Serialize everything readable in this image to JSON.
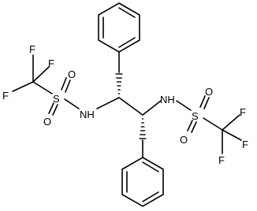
{
  "atom_labels": {
    "f_left_1": "F",
    "f_left_2": "F",
    "f_left_3": "F",
    "s_left": "S",
    "o_left_top": "O",
    "o_left_bottom": "O",
    "nh_left": "NH",
    "nh_right": "NH",
    "s_right": "S",
    "o_right_top": "O",
    "o_right_bottom": "O",
    "f_right_1": "F",
    "f_right_2": "F",
    "f_right_3": "F"
  },
  "colors": {
    "bond": "#000000",
    "label": "#000000",
    "background": "#ffffff"
  }
}
